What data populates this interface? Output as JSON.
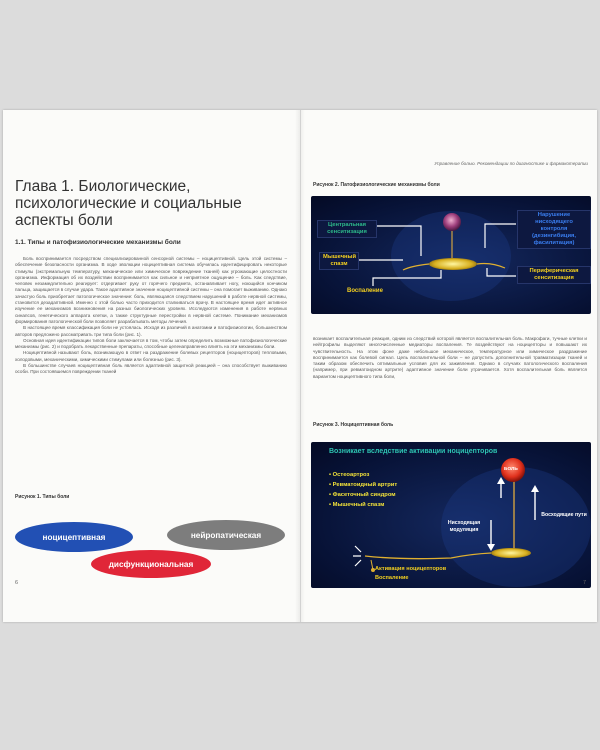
{
  "left_page": {
    "chapter_title": "Глава 1. Биологические, психологические и социальные аспекты боли",
    "section_title": "1.1. Типы и патофизиологические механизмы боли",
    "paragraphs": [
      "Боль воспринимается посредством специализированной сенсорной системы – ноцицептивной. Цель этой системы – обеспечение безопасности организма. В ходе эволюции ноцицептивная система обучилась идентифицировать некоторые стимулы (экстремальную температуру, механическое или химическое повреждение тканей) как угрожающие целостности организма. Информация об их воздействии воспринимается как сильное и неприятное ощущение – боль. Как следствие, человек незамедлительно реагирует: отдергивает руку от горячего предмета, останавливает ногу, ноющийся кончиком пальца, защищается в случае удара. Такое адаптивное значение ноцицептивной системы – она помогает выживанию. Однако зачастую боль приобретает патологическое значение: боль, являющаяся следствием нарушений в работе нервной системы, становится дезадаптивной. Именно с этой болью часто приходится сталкиваться врачу. В настоящее время идет активное изучение ее механизмов возникновения на разных биологических уровнях. Исследуются изменения в работе нервных синапсов, генетического аппарата клетки, а также структурные перестройки в нервной системе. Понимание механизмов формирования патологической боли позволяет разрабатывать методы лечения.",
      "В настоящее время классификация боли не устоялась. Исходя из различий в анатомии и патофизиологии, большинством авторов предложено рассматривать три типа боли (рис. 1).",
      "Основная идея идентификации типов боли заключается в том, чтобы затем определить возможные патофизиологические механизмы (рис. 2) и подобрать лекарственные препараты, способные целенаправленно влиять на эти механизмы боли.",
      "Ноцицептивной называют боль, возникающую в ответ на раздражение болевых рецепторов (ноцицепторов) тепловыми, холодовыми, механическими, химическими стимулами или болезнью (рис. 3).",
      "В большинстве случаев ноцицептивная боль является адаптивной защитной реакцией – она способствует выживанию особи. При состоявшемся повреждении тканей"
    ],
    "fig1": {
      "caption": "Рисунок 1. Типы боли",
      "types": [
        "ноцицептивная",
        "нейропатическая",
        "дисфункциональная"
      ]
    },
    "page_number": "6"
  },
  "right_page": {
    "running_head": "Управление болью. Рекомендации по диагностике и фармакотерапии",
    "fig2": {
      "caption": "Рисунок 2. Патофизиологические механизмы боли",
      "labels": {
        "central": "Центральная сенситизация",
        "descending": "Нарушение нисходящего контроля (дезингибиция, фасилитация)",
        "muscle": "Мышечный спазм",
        "peripheral": "Периферическая сенситизация",
        "inflammation": "Воспаление"
      }
    },
    "middle_text": "возникает воспалительная реакция, одним из следствий которой является воспалительная боль. Макрофаги, тучные клетки и нейтрофилы выделяют многочисленные медиаторы воспаления. Те воздействуют на ноцицепторы и повышают их чувствительность. На этом фоне даже небольшое механическое, температурное или химическое раздражение воспринимается как болевой сигнал. Цель воспалительной боли – не допустить дополнительной травматизации тканей и таким образом обеспечить оптимальные условия для их заживления. Однако в случаях патологического воспаления (например, при ревматоидном артрите) адаптивное значение боли утрачивается. Хотя воспалительная боль является вариантом ноцицептивного типа боли,",
    "fig3": {
      "caption": "Рисунок 3. Ноцицептивная боль",
      "title": "Возникает вследствие активации ноцицепторов",
      "conditions": [
        "Остеоартроз",
        "Ревматоидный артрит",
        "Фасеточный синдром",
        "Мышечный спазм"
      ],
      "pain": "БОЛЬ",
      "descending": "Нисходящая модуляция",
      "ascending": "Восходящие пути",
      "activation": "Активация ноцицепторов",
      "inflammation": "Воспаление"
    },
    "page_number": "7"
  },
  "colors": {
    "nociceptive": "#2250b4",
    "neuropathic": "#7d7d7d",
    "dysfunctional": "#e02638",
    "figure_bg": "#0b1846",
    "accent_yellow": "#f4d020",
    "accent_green": "#2dba8a",
    "accent_blue": "#3a7ef0"
  }
}
